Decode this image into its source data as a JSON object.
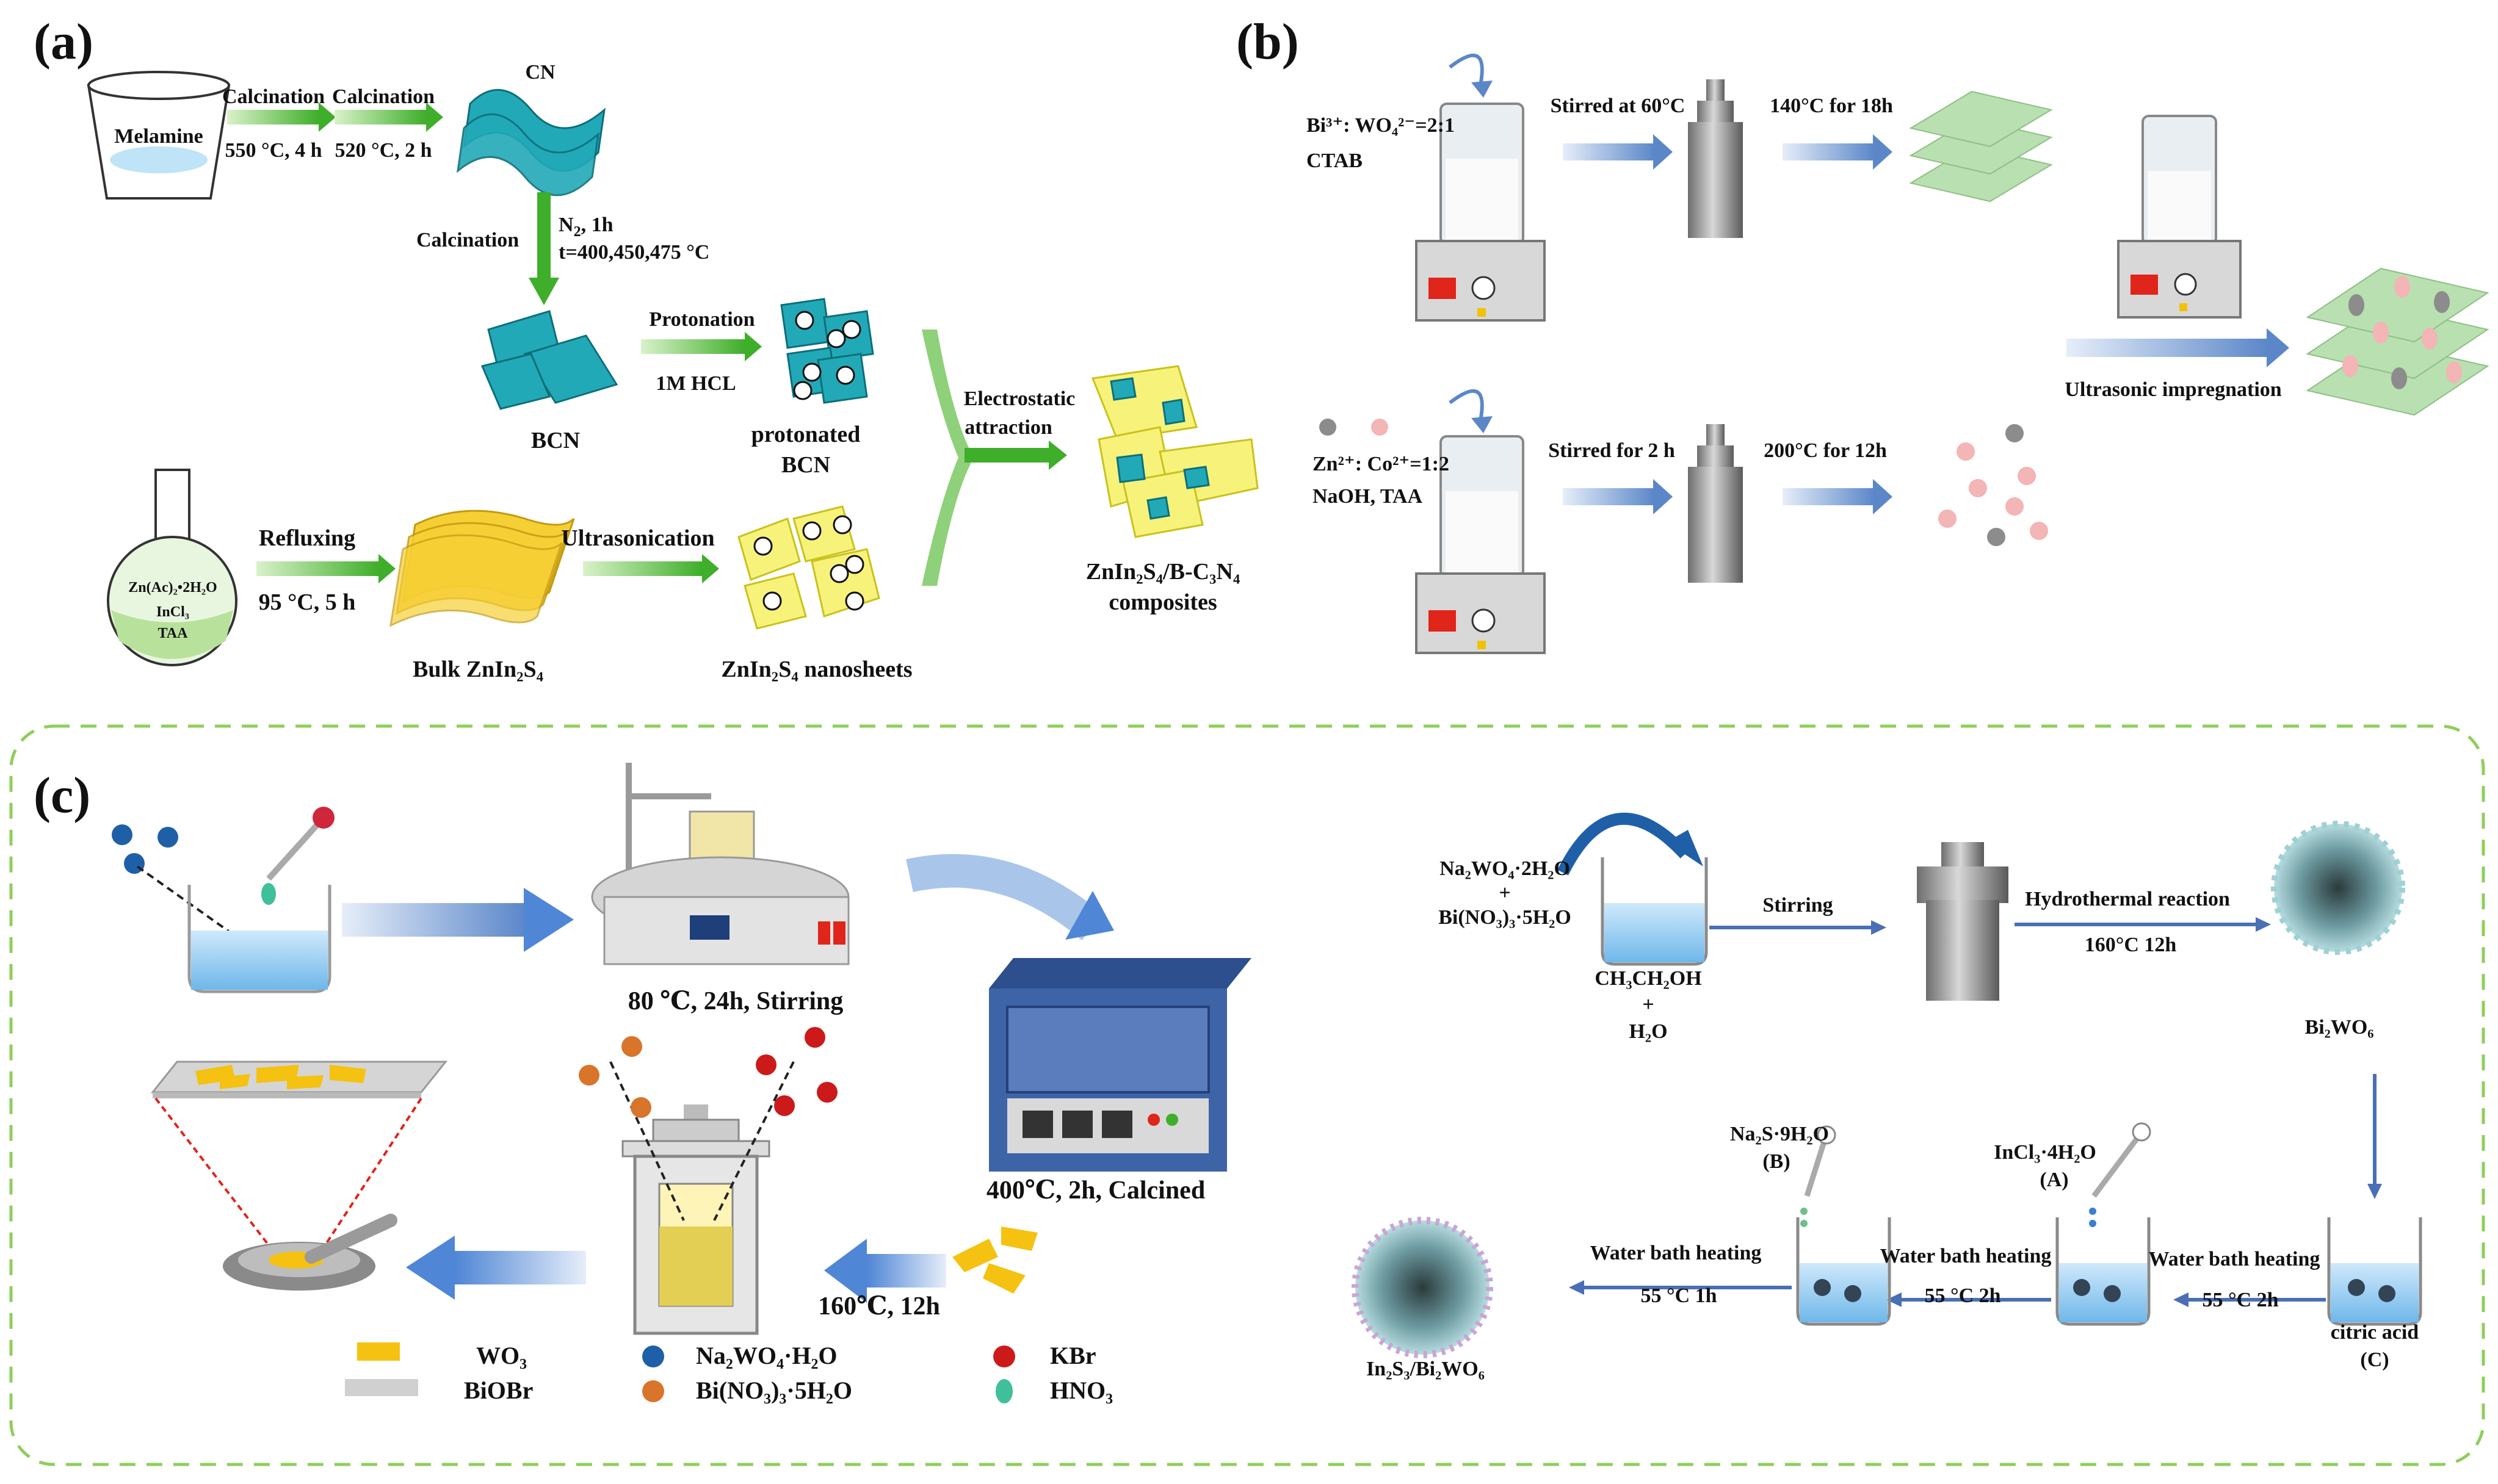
{
  "panel_a": {
    "label": "(a)",
    "melamine": "Melamine",
    "calc1": "Calcination",
    "calc1_cond": "550 °C, 4 h",
    "calc2": "Calcination",
    "calc2_cond": "520 °C, 2 h",
    "cn": "CN",
    "calc3": "Calcination",
    "calc3_cond_l1": "N",
    "calc3_cond_sub": "2",
    "calc3_cond_l1b": ", 1h",
    "calc3_cond_l2": "t=400,450,475 °C",
    "bcn": "BCN",
    "protonation": "Protonation",
    "protonation_cond": "1M HCL",
    "protonated_l1": "protonated",
    "protonated_l2": "BCN",
    "flask_l1": "Zn(Ac)₂•2H₂O",
    "flask_l2": "InCl₃",
    "flask_l3": "TAA",
    "refluxing": "Refluxing",
    "refluxing_cond": "95 °C, 5 h",
    "bulk": "Bulk ZnIn₂S₄",
    "ultrasonication": "Ultrasonication",
    "nanosheets": "ZnIn₂S₄ nanosheets",
    "electrostatic_l1": "Electrostatic",
    "electrostatic_l2": "attraction",
    "composite_l1": "ZnIn₂S₄/B-C₃N₄",
    "composite_l2": "composites"
  },
  "panel_b": {
    "label": "(b)",
    "ratio1": "Bi³⁺: WO₄²⁻=2:1",
    "ctab": "CTAB",
    "stir1": "Stirred at 60°C",
    "hydro1": "140°C for 18h",
    "ratio2": "Zn²⁺: Co²⁺=1:2",
    "naoh": "NaOH, TAA",
    "stir2": "Stirred for 2 h",
    "hydro2": "200°C for 12h",
    "ultrasonic": "Ultrasonic impregnation"
  },
  "panel_c": {
    "label": "(c)",
    "step1": "80 ℃, 24h, Stirring",
    "step2": "400℃, 2h, Calcined",
    "step3": "160℃, 12h",
    "legend": [
      {
        "name": "WO₃",
        "color": "#f5c211"
      },
      {
        "name": "BiOBr",
        "color": "#d0d0d0"
      },
      {
        "name": "Na₂WO₄·H₂O",
        "color": "#1f5fa8"
      },
      {
        "name": "Bi(NO₃)₃·5H₂O",
        "color": "#d9742b"
      },
      {
        "name": "KBr",
        "color": "#cc1a1a"
      },
      {
        "name": "HNO₃",
        "color": "#3fbf9a"
      }
    ],
    "r_reag1": "Na₂WO₄·2H₂O",
    "r_plus": "+",
    "r_reag2": "Bi(NO₃)₃·5H₂O",
    "r_solv1": "CH₃CH₂OH",
    "r_plus2": "+",
    "r_solv2": "H₂O",
    "r_stirring": "Stirring",
    "r_hydro": "Hydrothermal reaction",
    "r_hydro_cond": "160°C 12h",
    "r_bi2wo6": "Bi₂WO₆",
    "r_wb1": "Water bath heating",
    "r_wb1_cond": "55 °C 2h",
    "r_wb2": "Water bath heating",
    "r_wb2_cond": "55 °C 2h",
    "r_wb3": "Water bath heating",
    "r_wb3_cond": "55 °C 1h",
    "r_incl": "InCl₃·4H₂O",
    "r_a": "(A)",
    "r_na2s": "Na₂S·9H₂O",
    "r_b": "(B)",
    "r_citric": "citric acid",
    "r_c": "(C)",
    "r_final": "In₂S₃/Bi₂WO₆"
  }
}
